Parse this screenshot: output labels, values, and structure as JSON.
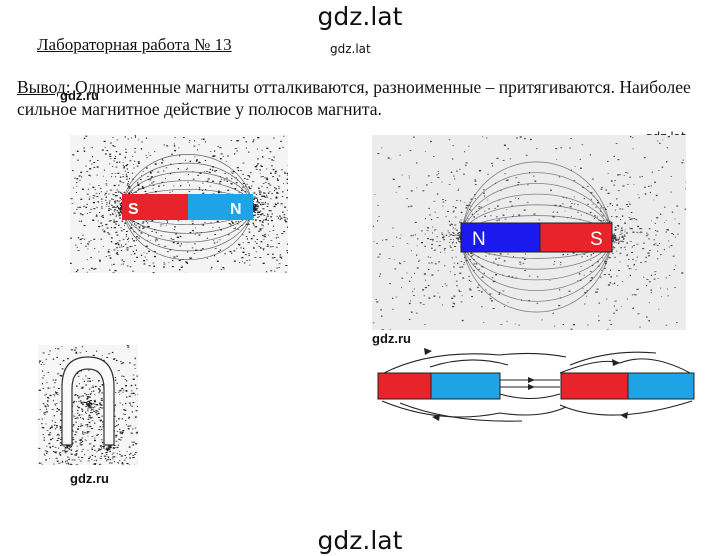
{
  "watermarks": {
    "top": "gdz.lat",
    "bottom": "gdz.lat",
    "small_header": "gdz.lat",
    "small_right": "gdz.lat",
    "gdzru_1": "gdz.ru",
    "gdzru_2": "gdz.ru",
    "gdzru_3": "gdz.ru"
  },
  "document": {
    "lab_title": "Лабораторная работа № 13",
    "conclusion_label": "Вывод:",
    "conclusion_text": " Одноименные магниты отталкиваются, разноименные – притягиваются. Наиболее сильное магнитное действие у полюсов магнита."
  },
  "figures": {
    "fig1": {
      "left_pole": "S",
      "right_pole": "N"
    },
    "fig2": {
      "left_pole": "N",
      "right_pole": "S"
    }
  },
  "colors": {
    "red": "#e8232a",
    "blue": "#1ea3e6",
    "deep_blue": "#1a1aee",
    "ink": "#111111"
  }
}
